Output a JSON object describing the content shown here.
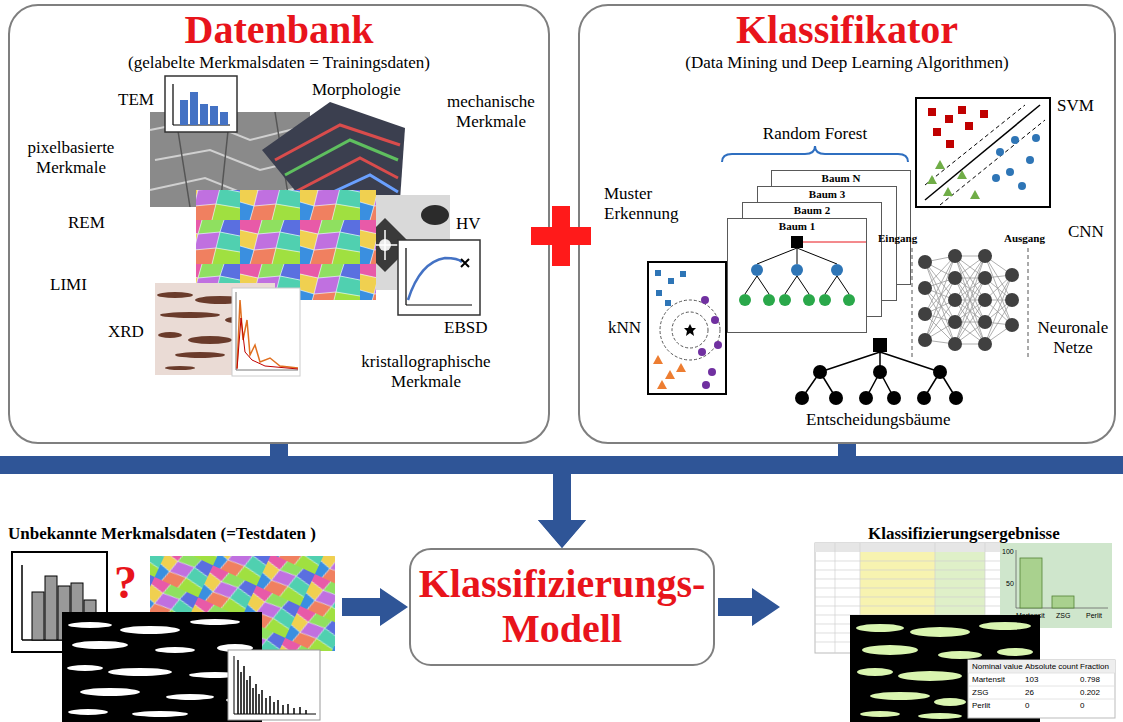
{
  "diagram": {
    "nodes": [
      {
        "text": [
          "Datenbank",
          "(gelabelte Merkmalsdaten = Trainingsdaten)"
        ]
      },
      {
        "text": [
          "Klassifikator",
          "(Data Mining und Deep Learning Algorithmen)"
        ]
      },
      {
        "text": [
          "Baum N"
        ],
        "in": 1
      },
      {
        "text": [
          "Baum 3"
        ],
        "in": 1
      },
      {
        "text": [
          "Baum 2"
        ],
        "in": 1
      },
      {
        "text": [
          "Baum 1"
        ],
        "in": 1
      },
      {
        "text": [
          "Klassifizierungs- Modell"
        ]
      }
    ],
    "edges": [
      {
        "from": 0,
        "to": 6,
        "arrow": "to"
      },
      {
        "from": 1,
        "to": 6,
        "arrow": "to"
      }
    ],
    "labels": [
      "TEM",
      "Morphologie",
      "pixelbasierte Merkmale",
      "mechanische Merkmale",
      "REM",
      "HV",
      "LIMI",
      "EBSD",
      "XRD",
      "kristallographische Merkmale",
      "Random Forest",
      "Muster Erkennung",
      "SVM",
      "CNN",
      "Eingang",
      "Ausgang",
      "kNN",
      "Neuronale Netze",
      "Entscheidungsbäume",
      "Unbekannte Merkmalsdaten (=Testdaten )",
      "?",
      "Klassifizierungsergebnisse",
      "100",
      "50",
      "Martensit",
      "ZSG",
      "Perlit",
      "Nominal value",
      "Absolute count",
      "Fraction",
      "Martensit",
      "103",
      "0.798",
      "ZSG",
      "26",
      "0.202",
      "Perlit",
      "0",
      "0"
    ]
  }
}
